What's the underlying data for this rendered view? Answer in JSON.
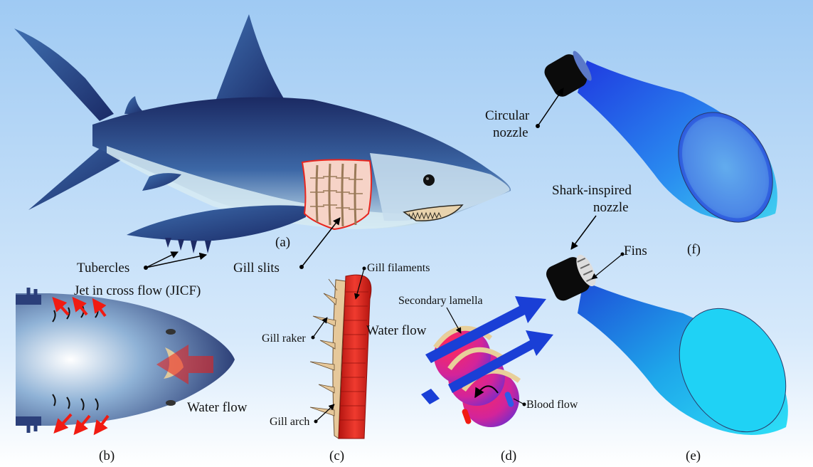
{
  "labels": {
    "panel_a": "(a)",
    "panel_b": "(b)",
    "panel_c": "(c)",
    "panel_d": "(d)",
    "panel_e": "(e)",
    "panel_f": "(f)",
    "tubercles": "Tubercles",
    "gill_slits": "Gill slits",
    "jicf": "Jet in cross flow (JICF)",
    "water_flow_b": "Water flow",
    "gill_filaments": "Gill filaments",
    "gill_raker": "Gill raker",
    "gill_arch": "Gill arch",
    "secondary_lamella": "Secondary lamella",
    "water_flow_d": "Water flow",
    "blood_flow": "Blood flow",
    "circular_nozzle_line1": "Circular",
    "circular_nozzle_line2": "nozzle",
    "shark_nozzle_line1": "Shark-inspired",
    "shark_nozzle_line2": "nozzle",
    "fins": "Fins"
  },
  "colors": {
    "background_top": "#a9d0f5",
    "background_bottom": "#ffffff",
    "shark_body_dark": "#1f2f6b",
    "shark_body_light": "#c9e2ef",
    "gill_patch": "#f6d3c7",
    "gill_outline": "#e8261f",
    "filament_red": "#d8231e",
    "arrow_blue": "#1a3fd6",
    "lamella_pink": "#e02a7a",
    "lamella_purple": "#6a2bd8",
    "jet_blue_dark": "#1748e8",
    "jet_cyan": "#22d3f5",
    "flow_arrow_red": "#f11b12"
  }
}
